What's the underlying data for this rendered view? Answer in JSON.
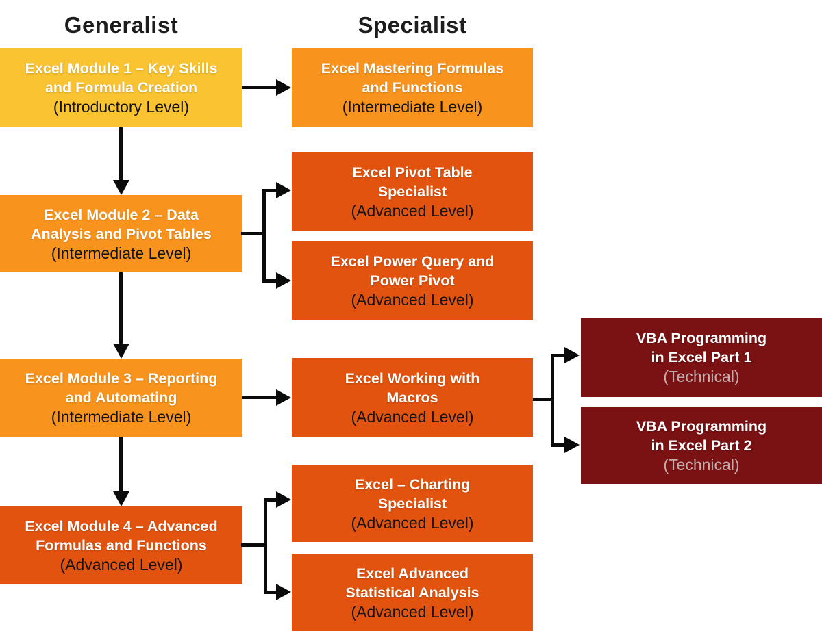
{
  "headers": {
    "generalist": "Generalist",
    "specialist": "Specialist"
  },
  "colors": {
    "yellow": "#F9C332",
    "orange": "#F8941D",
    "dark_orange": "#E1530E",
    "maroon": "#7A1214",
    "level_dark": "#131313",
    "level_muted": "#C3ABAB",
    "arrow": "#0B0B0B",
    "background": "#FFFFFF",
    "header_text": "#1D1D1D"
  },
  "boxes": {
    "module1": {
      "title": [
        "Excel Module 1 – Key Skills",
        "and Formula Creation"
      ],
      "level": "(Introductory Level)"
    },
    "module2": {
      "title": [
        "Excel Module 2 – Data",
        "Analysis and Pivot Tables"
      ],
      "level": "(Intermediate Level)"
    },
    "module3": {
      "title": [
        "Excel Module 3 – Reporting",
        "and Automating"
      ],
      "level": "(Intermediate Level)"
    },
    "module4": {
      "title": [
        "Excel Module 4 – Advanced",
        "Formulas and Functions"
      ],
      "level": "(Advanced Level)"
    },
    "mastering": {
      "title": [
        "Excel Mastering Formulas",
        "and Functions"
      ],
      "level": "(Intermediate Level)"
    },
    "pivot": {
      "title": [
        "Excel Pivot Table",
        "Specialist"
      ],
      "level": "(Advanced Level)"
    },
    "powerquery": {
      "title": [
        "Excel Power Query and",
        "Power Pivot"
      ],
      "level": "(Advanced Level)"
    },
    "macros": {
      "title": [
        "Excel Working with",
        "Macros"
      ],
      "level": "(Advanced Level)"
    },
    "charting": {
      "title": [
        "Excel – Charting",
        "Specialist"
      ],
      "level": "(Advanced Level)"
    },
    "stats": {
      "title": [
        "Excel Advanced",
        "Statistical Analysis"
      ],
      "level": "(Advanced Level)"
    },
    "vba1": {
      "title": [
        "VBA Programming",
        "in Excel Part 1"
      ],
      "level": "(Technical)"
    },
    "vba2": {
      "title": [
        "VBA Programming",
        "in Excel Part 2"
      ],
      "level": "(Technical)"
    }
  }
}
